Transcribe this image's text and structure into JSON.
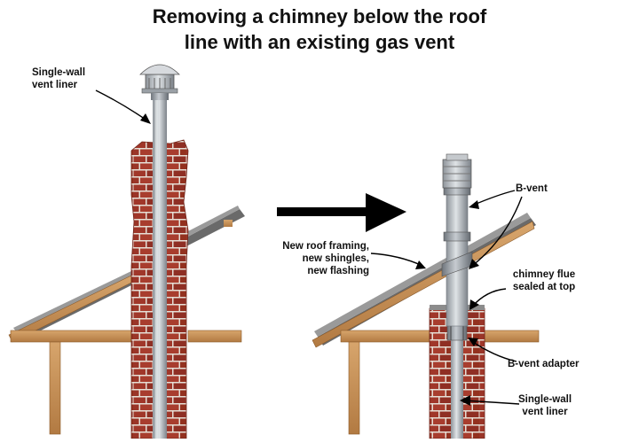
{
  "title": {
    "line1": "Removing a chimney below the roof",
    "line2": "line with an existing gas vent"
  },
  "labels": {
    "left_liner": [
      "Single-wall",
      "vent liner"
    ],
    "new_roof": [
      "New roof framing,",
      "new shingles,",
      "new flashing"
    ],
    "b_vent": "B-vent",
    "flue_sealed": [
      "chimney flue",
      "sealed at top"
    ],
    "b_vent_adapter": "B-vent adapter",
    "right_liner": [
      "Single-wall",
      "vent liner"
    ]
  },
  "icons": [
    "vent-cap-icon",
    "arrow-right-icon"
  ],
  "colors": {
    "brick": "#a0372a",
    "mortar": "#e6dfd6",
    "wood": "#c9935a",
    "roof": "#6e6e6e",
    "metal": "#b9bec4"
  }
}
